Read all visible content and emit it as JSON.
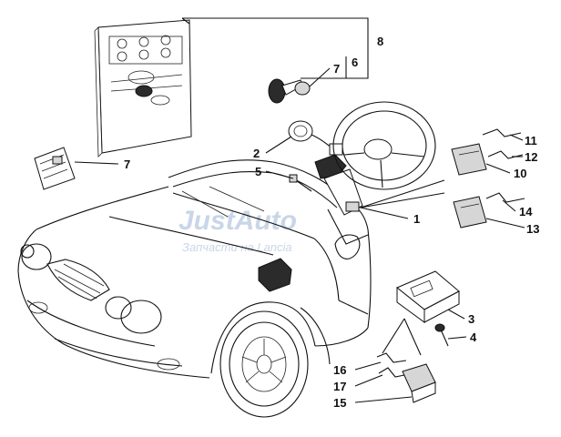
{
  "callouts": [
    {
      "id": "c1",
      "text": "1"
    },
    {
      "id": "c2",
      "text": "2"
    },
    {
      "id": "c3",
      "text": "3"
    },
    {
      "id": "c4",
      "text": "4"
    },
    {
      "id": "c5",
      "text": "5"
    },
    {
      "id": "c6",
      "text": "6"
    },
    {
      "id": "c7a",
      "text": "7"
    },
    {
      "id": "c7b",
      "text": "7"
    },
    {
      "id": "c8",
      "text": "8"
    },
    {
      "id": "c10",
      "text": "10"
    },
    {
      "id": "c11",
      "text": "11"
    },
    {
      "id": "c12",
      "text": "12"
    },
    {
      "id": "c13",
      "text": "13"
    },
    {
      "id": "c14",
      "text": "14"
    },
    {
      "id": "c15",
      "text": "15"
    },
    {
      "id": "c16",
      "text": "16"
    },
    {
      "id": "c17",
      "text": "17"
    }
  ],
  "watermark": {
    "main": "JustAuto",
    "sub": "Запчасти на Lancia"
  },
  "colors": {
    "line": "#111111",
    "watermark": "#c9d6e8",
    "background": "#ffffff"
  }
}
